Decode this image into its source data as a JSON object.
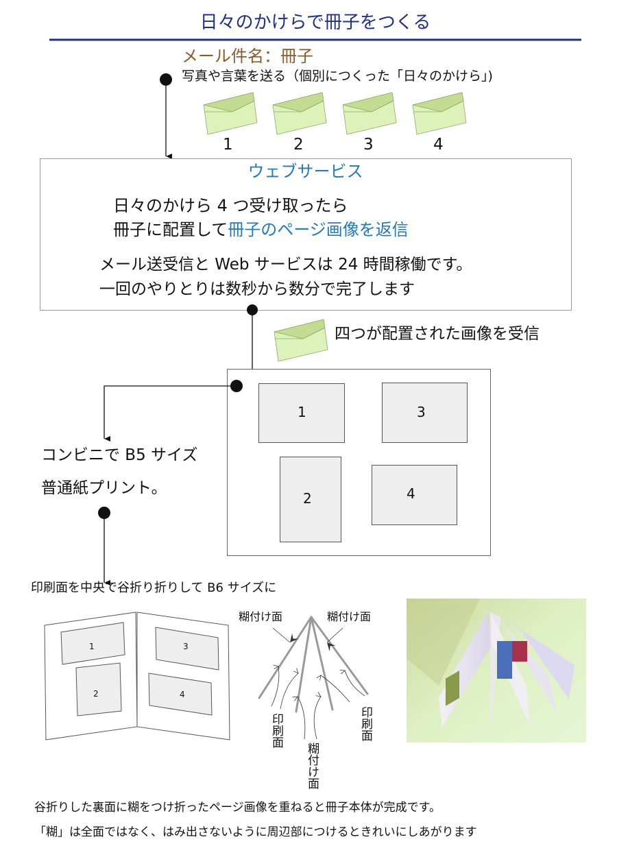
{
  "title": "日々のかけらで冊子をつくる",
  "colors": {
    "title": "#1f2f8f",
    "subject": "#8b5a2b",
    "accent_blue": "#1f78c8",
    "envelope_light": "#ddf2b8",
    "envelope_flap": "#c3dc91",
    "panel_fill": "#eeeeee"
  },
  "step1": {
    "subject": "メール件名：冊子",
    "description": "写真や言葉を送る（個別につくった「日々のかけら」)",
    "envelopes": [
      "1",
      "2",
      "3",
      "4"
    ]
  },
  "web_service": {
    "heading": "ウェブサービス",
    "line1": "日々のかけら 4 つ受け取ったら",
    "line2_plain": "冊子に配置して",
    "line2_highlight": "冊子のページ画像を返信",
    "line3": "メール送受信と Web サービスは 24 時間稼働です。",
    "line4": "一回のやりとりは数秒から数分で完了します"
  },
  "receive": {
    "text": "四つが配置された画像を受信"
  },
  "page_layout": {
    "panels": [
      "1",
      "3",
      "2",
      "4"
    ]
  },
  "print": {
    "line1": "コンビニで B5 サイズ",
    "line2": "普通紙プリント。"
  },
  "fold": {
    "instruction": "印刷面を中央で谷折り折りして B6 サイズに",
    "book_panels": [
      "1",
      "3",
      "2",
      "4"
    ],
    "labels": {
      "glue_left": "糊付け面",
      "glue_right": "糊付け面",
      "print_left": "印刷面",
      "glue_center": "糊付け面",
      "print_right": "印刷面"
    }
  },
  "footer": {
    "line1": "谷折りした裏面に糊をつけ折ったページ画像を重ねると冊子本体が完成です。",
    "line2": "「糊」は全面ではなく、はみ出さないように周辺部につけるときれいにしあがります"
  }
}
